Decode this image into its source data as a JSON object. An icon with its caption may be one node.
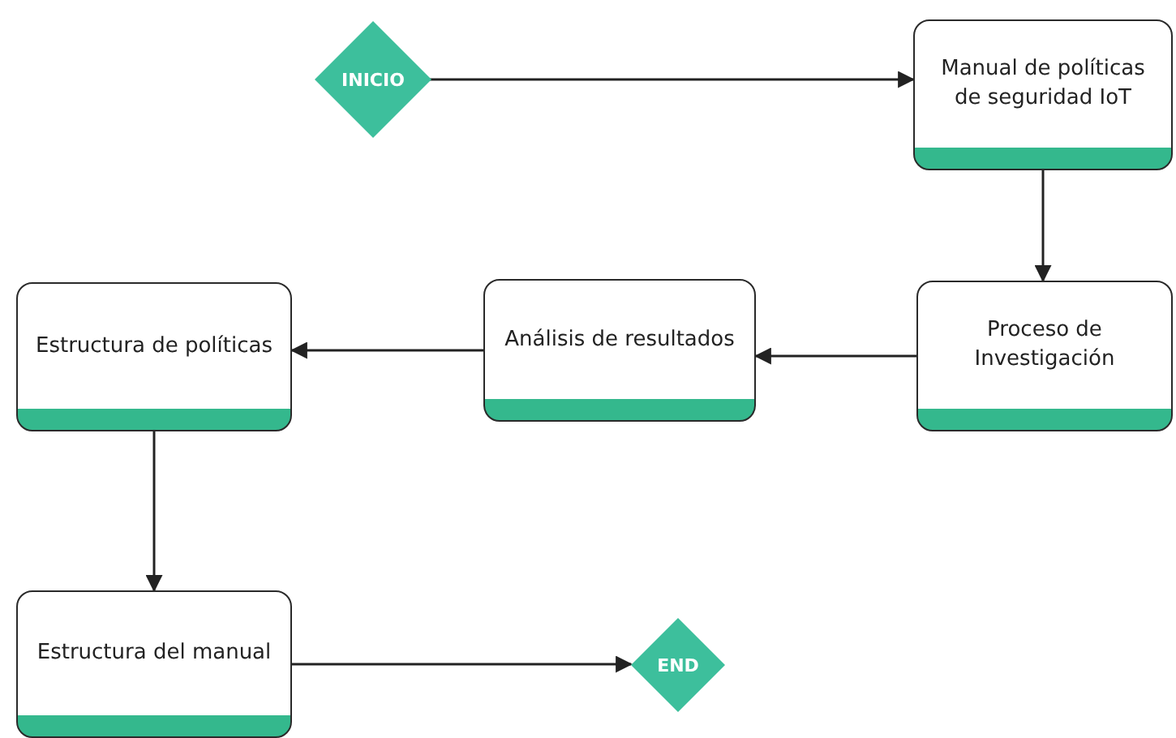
{
  "diagram": {
    "nodes": [
      {
        "text": [
          "INICIO"
        ]
      },
      {
        "text": [
          "Manual de políticas de seguridad IoT"
        ]
      },
      {
        "text": [
          "Proceso de Investigación"
        ]
      },
      {
        "text": [
          "Análisis de resultados"
        ]
      },
      {
        "text": [
          "Estructura de políticas"
        ]
      },
      {
        "text": [
          "Estructura del manual"
        ]
      },
      {
        "text": [
          "END"
        ]
      }
    ],
    "edges": [
      {
        "from": 0,
        "to": 1,
        "arrow": "to"
      },
      {
        "from": 1,
        "to": 2,
        "arrow": "to"
      },
      {
        "from": 2,
        "to": 3,
        "arrow": "to"
      },
      {
        "from": 3,
        "to": 4,
        "arrow": "to"
      },
      {
        "from": 4,
        "to": 5,
        "arrow": "to"
      },
      {
        "from": 5,
        "to": 6,
        "arrow": "to"
      }
    ]
  }
}
